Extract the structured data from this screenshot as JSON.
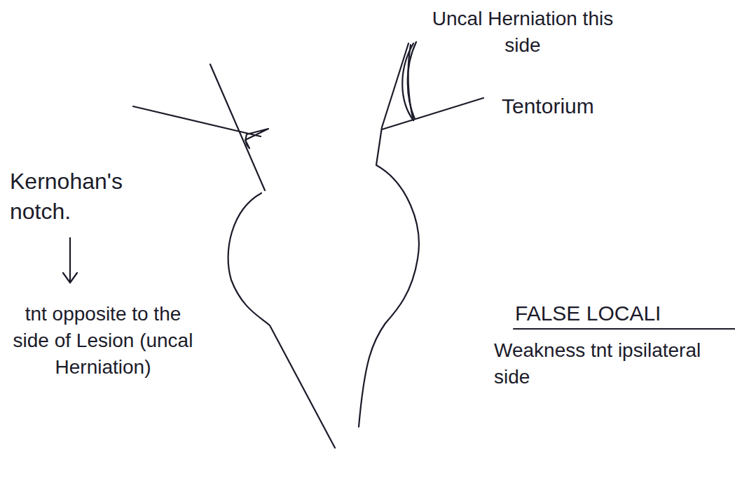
{
  "diagram": {
    "labels": [
      "Uncal Herniation this side",
      "Tentorium",
      "Kernohan's notch.",
      "tnt opposite to the side of Lesion (uncal Herniation)",
      "FALSE LOCALI",
      "Weakness tnt ipsilateral side"
    ]
  }
}
